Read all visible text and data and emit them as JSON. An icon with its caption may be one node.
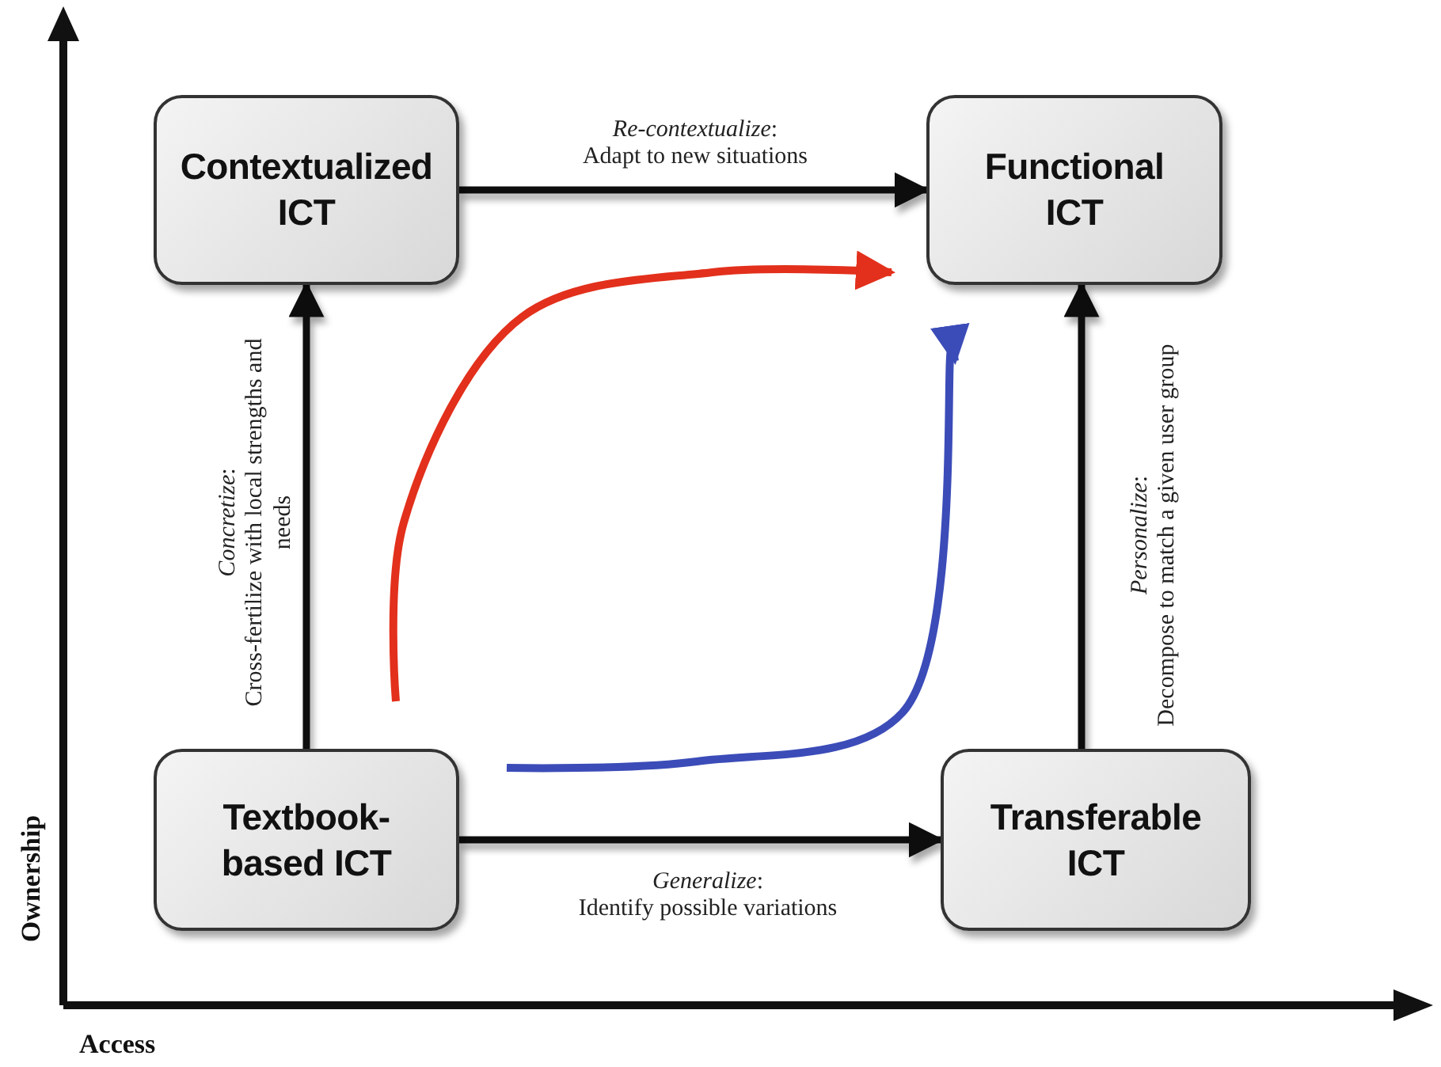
{
  "diagram": {
    "nodes": [
      {
        "text": [
          "Contextualized ICT"
        ]
      },
      {
        "text": [
          "Functional ICT"
        ]
      },
      {
        "text": [
          "Textbook-based ICT"
        ]
      },
      {
        "text": [
          "Transferable ICT"
        ]
      }
    ],
    "edges": [
      {
        "from": 0,
        "to": 1,
        "arrow": "to",
        "label": "*Re-contextualize*: Adapt to new situations"
      },
      {
        "from": 2,
        "to": 0,
        "arrow": "to",
        "label": "*Concretize*: Cross-fertilize with local strengths and needs"
      },
      {
        "from": 2,
        "to": 3,
        "arrow": "to",
        "label": "*Generalize*: Identify possible variations"
      },
      {
        "from": 3,
        "to": 1,
        "arrow": "to",
        "label": "*Personalize*: Decompose to match a given user group"
      },
      {
        "from": 2,
        "to": 1,
        "arrow": "to",
        "color": "#e2301c"
      },
      {
        "from": 2,
        "to": 1,
        "arrow": "to",
        "color": "#3b4cb8"
      }
    ],
    "labels": [
      "Ownership",
      "Access"
    ]
  }
}
